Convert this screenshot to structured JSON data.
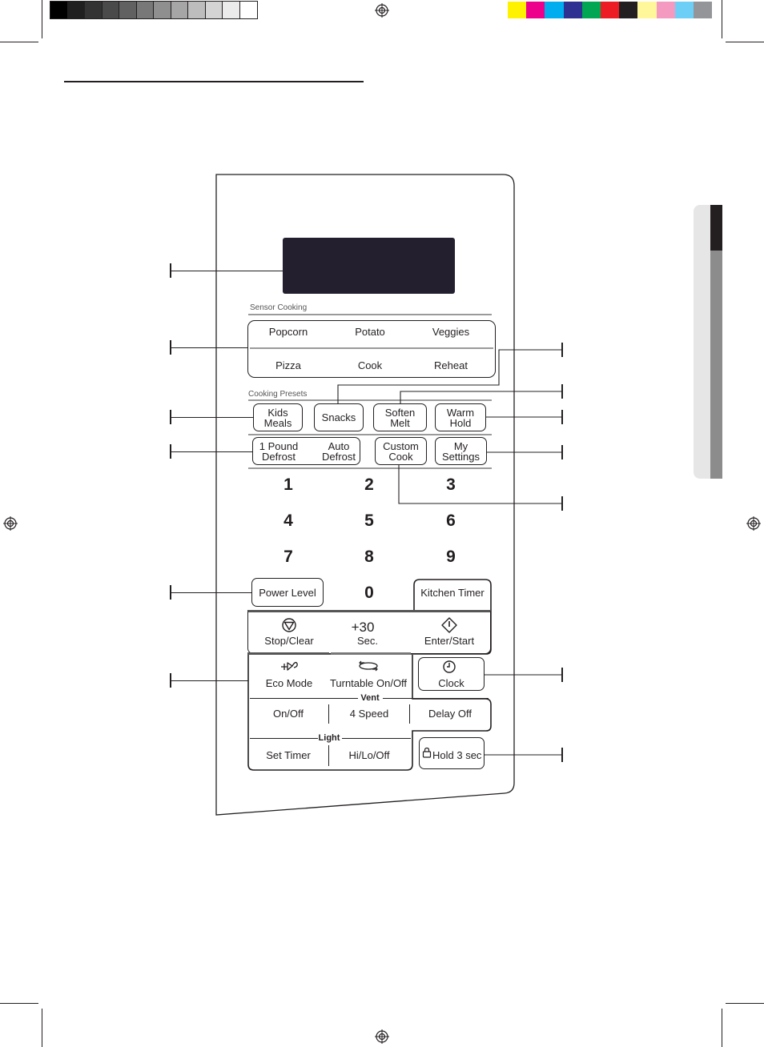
{
  "color_bar": {
    "grays": [
      "#000000",
      "#1f1f1f",
      "#333333",
      "#4a4a4a",
      "#616161",
      "#787878",
      "#8f8f8f",
      "#a6a6a6",
      "#bdbdbd",
      "#d4d4d4",
      "#ebebeb",
      "#ffffff"
    ],
    "colors": [
      "#fff200",
      "#ec008c",
      "#00aeef",
      "#2e3192",
      "#00a651",
      "#ed1c24",
      "#231f20",
      "#fff799",
      "#f49ac1",
      "#6dcff6",
      "#939598"
    ]
  },
  "panel": {
    "display_color": "#231f2e",
    "sensor_cooking_label": "Sensor Cooking",
    "sensor_buttons": [
      "Popcorn",
      "Potato",
      "Veggies",
      "Pizza",
      "Cook",
      "Reheat"
    ],
    "cooking_presets_label": "Cooking Presets",
    "presets": {
      "kids_meals": "Kids\nMeals",
      "snacks": "Snacks",
      "soften_melt": "Soften\nMelt",
      "warm_hold": "Warm\nHold",
      "one_pound_defrost": "1 Pound\nDefrost",
      "auto_defrost": "Auto\nDefrost",
      "custom_cook": "Custom\nCook",
      "my_settings": "My\nSettings"
    },
    "keypad": [
      "1",
      "2",
      "3",
      "4",
      "5",
      "6",
      "7",
      "8",
      "9",
      "0"
    ],
    "power_level": "Power Level",
    "kitchen_timer": "Kitchen Timer",
    "stop_clear": "Stop/Clear",
    "plus30_top": "+30",
    "plus30_bottom": "Sec.",
    "enter_start": "Enter/Start",
    "eco_mode": "Eco Mode",
    "turntable": "Turntable On/Off",
    "clock": "Clock",
    "vent_label": "Vent",
    "vent_onoff": "On/Off",
    "vent_speed": "4 Speed",
    "vent_delay": "Delay Off",
    "light_label": "Light",
    "light_timer": "Set Timer",
    "light_hilo": "Hi/Lo/Off",
    "hold": "Hold 3 sec"
  },
  "icons": [
    "stop-icon",
    "start-diamond-icon",
    "eco-icon",
    "turntable-icon",
    "clock-icon",
    "lock-icon",
    "registration-mark-icon"
  ]
}
